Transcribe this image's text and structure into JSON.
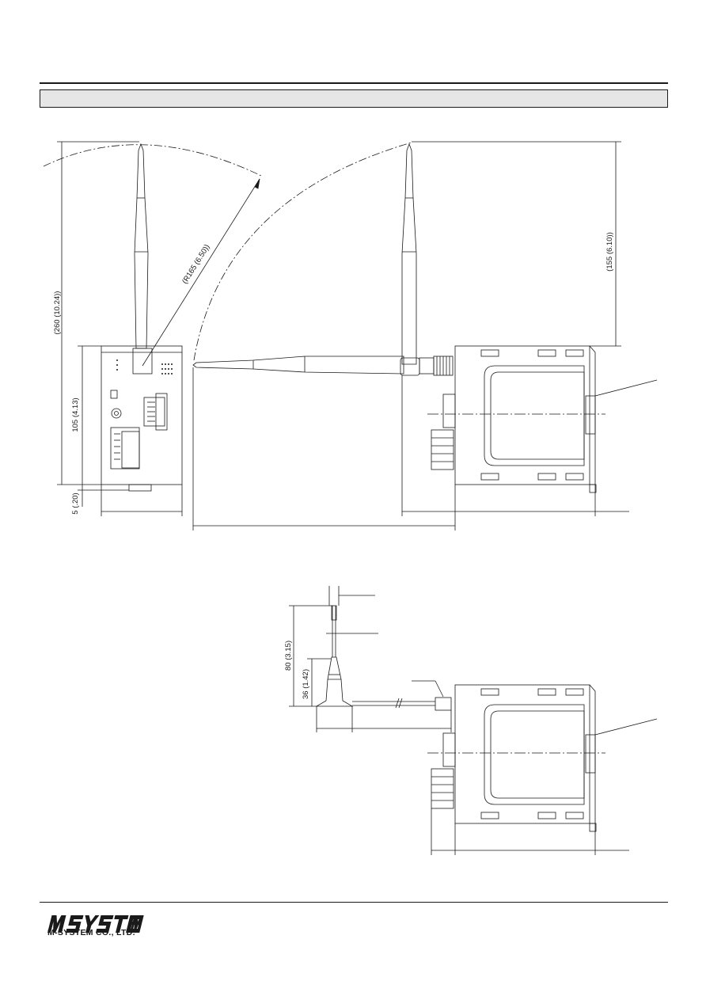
{
  "dimensions": {
    "overall_height": "(260 (10.24))",
    "radius": "(R165 (6.50))",
    "body_height": "105 (4.13)",
    "bottom_offset": "5 (.20)",
    "antenna_height": "(155 (6.10))",
    "magnet_total_height": "80 (3.15)",
    "magnet_base_height": "36 (1.42)"
  },
  "footer": {
    "company": "M-SYSTEM CO., LTD."
  }
}
